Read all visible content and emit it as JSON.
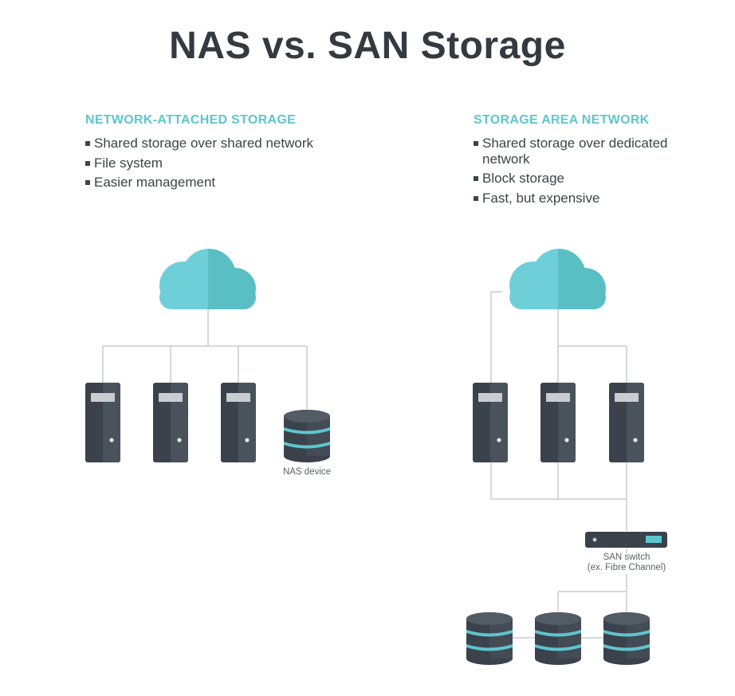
{
  "title": "NAS vs. SAN Storage",
  "nas": {
    "heading": "NETWORK-ATTACHED STORAGE",
    "bullets": [
      "Shared storage over shared network",
      "File system",
      "Easier management"
    ],
    "device_label": "NAS device"
  },
  "san": {
    "heading": "STORAGE AREA NETWORK",
    "bullets": [
      "Shared storage over dedicated network",
      "Block storage",
      "Fast, but expensive"
    ],
    "switch_label_line1": "SAN switch",
    "switch_label_line2": "(ex. Fibre Channel)"
  },
  "icons": {
    "cloud": "cloud-icon",
    "server": "server-tower-icon",
    "storage": "storage-cylinder-icon",
    "switch": "network-switch-icon"
  },
  "colors": {
    "title": "#333a42",
    "heading": "#5ec5cf",
    "cloud_light": "#6ecfd9",
    "cloud_dark": "#5abfc4",
    "server_body": "#3b424b",
    "server_shade": "#4a525b",
    "accent": "#5ec5cf",
    "line": "#c8cbcd"
  }
}
